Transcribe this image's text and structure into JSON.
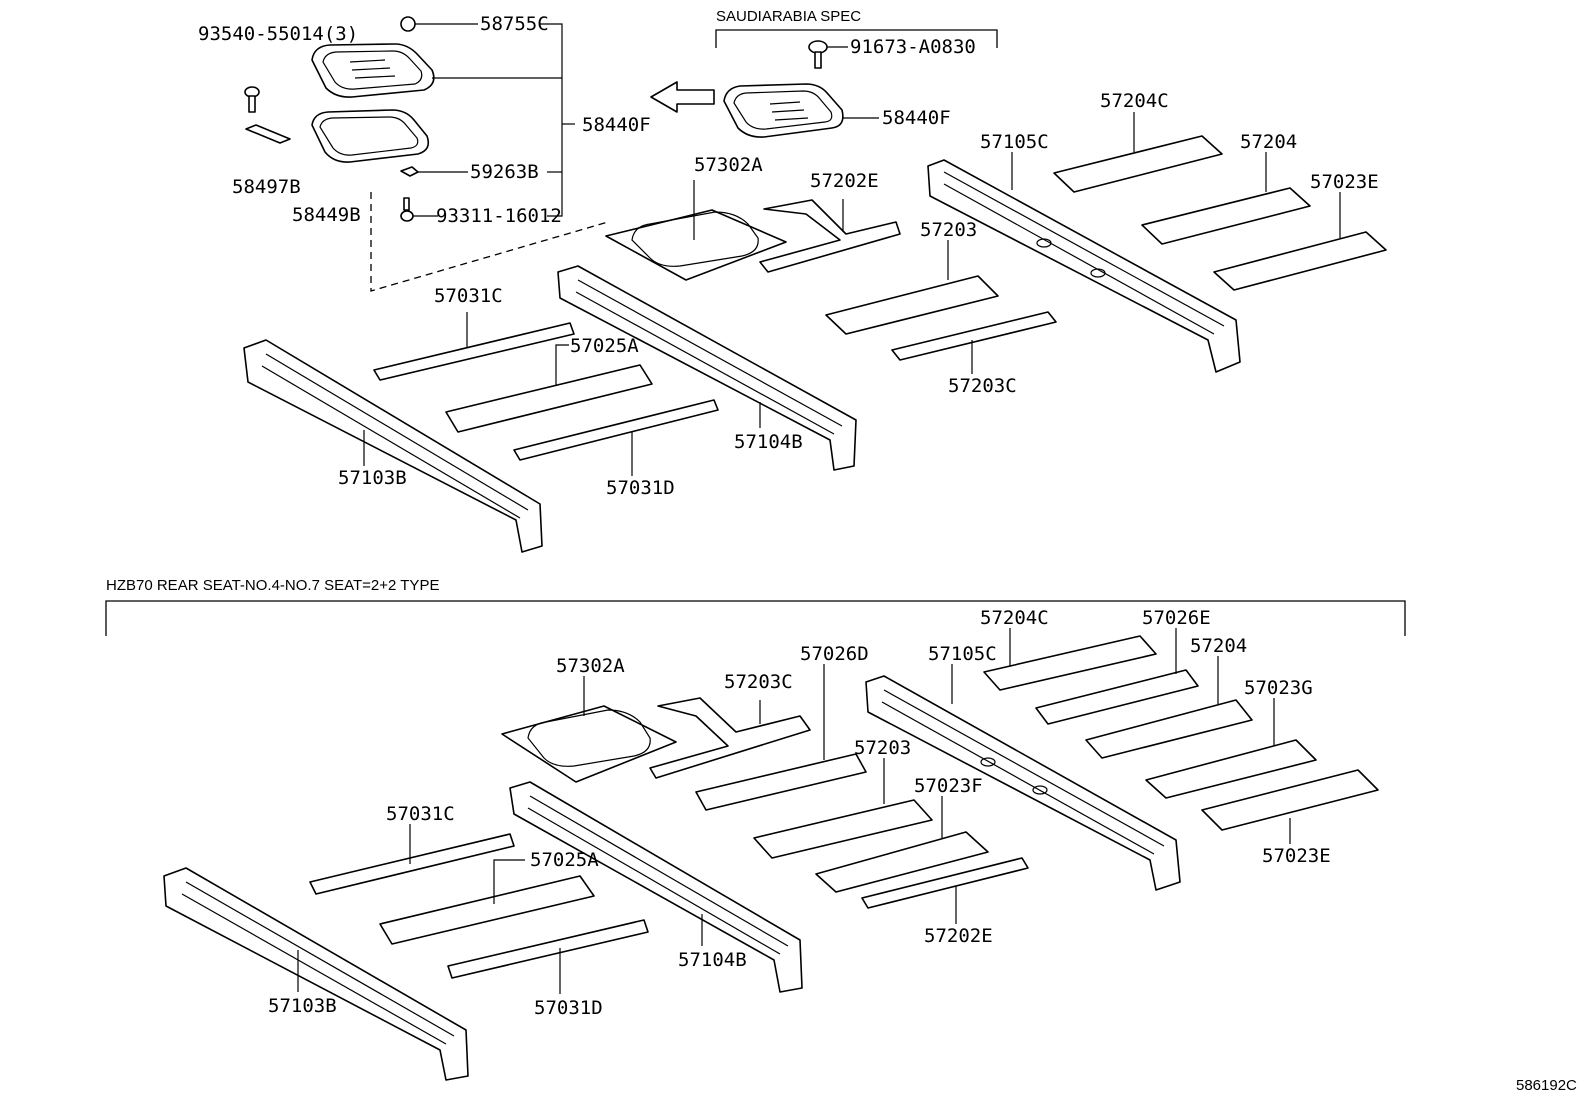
{
  "sections": {
    "saudi_spec": "SAUDIARABIA SPEC",
    "hzb70": "HZB70 REAR SEAT-NO.4-NO.7 SEAT=2+2 TYPE"
  },
  "top": {
    "p93540": "93540-55014(3)",
    "p58755C": "58755C",
    "p58440F_a": "58440F",
    "p58440F_b": "58440F",
    "p91673": "91673-A0830",
    "p58497B": "58497B",
    "p58449B": "58449B",
    "p59263B": "59263B",
    "p93311": "93311-16012",
    "p57302A": "57302A",
    "p57202E": "57202E",
    "p57204C": "57204C",
    "p57105C": "57105C",
    "p57204": "57204",
    "p57023E": "57023E",
    "p57203": "57203",
    "p57203C": "57203C",
    "p57031C": "57031C",
    "p57025A": "57025A",
    "p57031D": "57031D",
    "p57104B": "57104B",
    "p57103B": "57103B"
  },
  "bottom": {
    "p57204C": "57204C",
    "p57026E": "57026E",
    "p57204": "57204",
    "p57302A": "57302A",
    "p57203C": "57203C",
    "p57026D": "57026D",
    "p57105C": "57105C",
    "p57023G": "57023G",
    "p57203": "57203",
    "p57023F": "57023F",
    "p57031C": "57031C",
    "p57025A": "57025A",
    "p57104B": "57104B",
    "p57202E": "57202E",
    "p57023E": "57023E",
    "p57103B": "57103B",
    "p57031D": "57031D"
  },
  "ref_code": "586192C"
}
